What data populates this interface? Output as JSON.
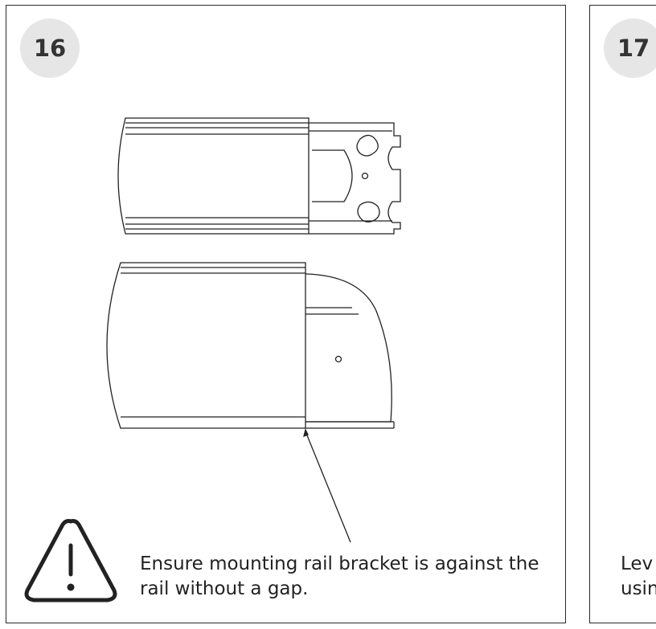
{
  "steps": [
    {
      "number": "16",
      "note": "Ensure mounting rail bracket is against the rail without a gap."
    },
    {
      "number": "17",
      "note_line1": "Lev",
      "note_line2": "usin"
    }
  ],
  "icons": {
    "warning": "warning-triangle-icon"
  },
  "colors": {
    "line": "#222222",
    "badge_bg": "#e6e6e6"
  }
}
